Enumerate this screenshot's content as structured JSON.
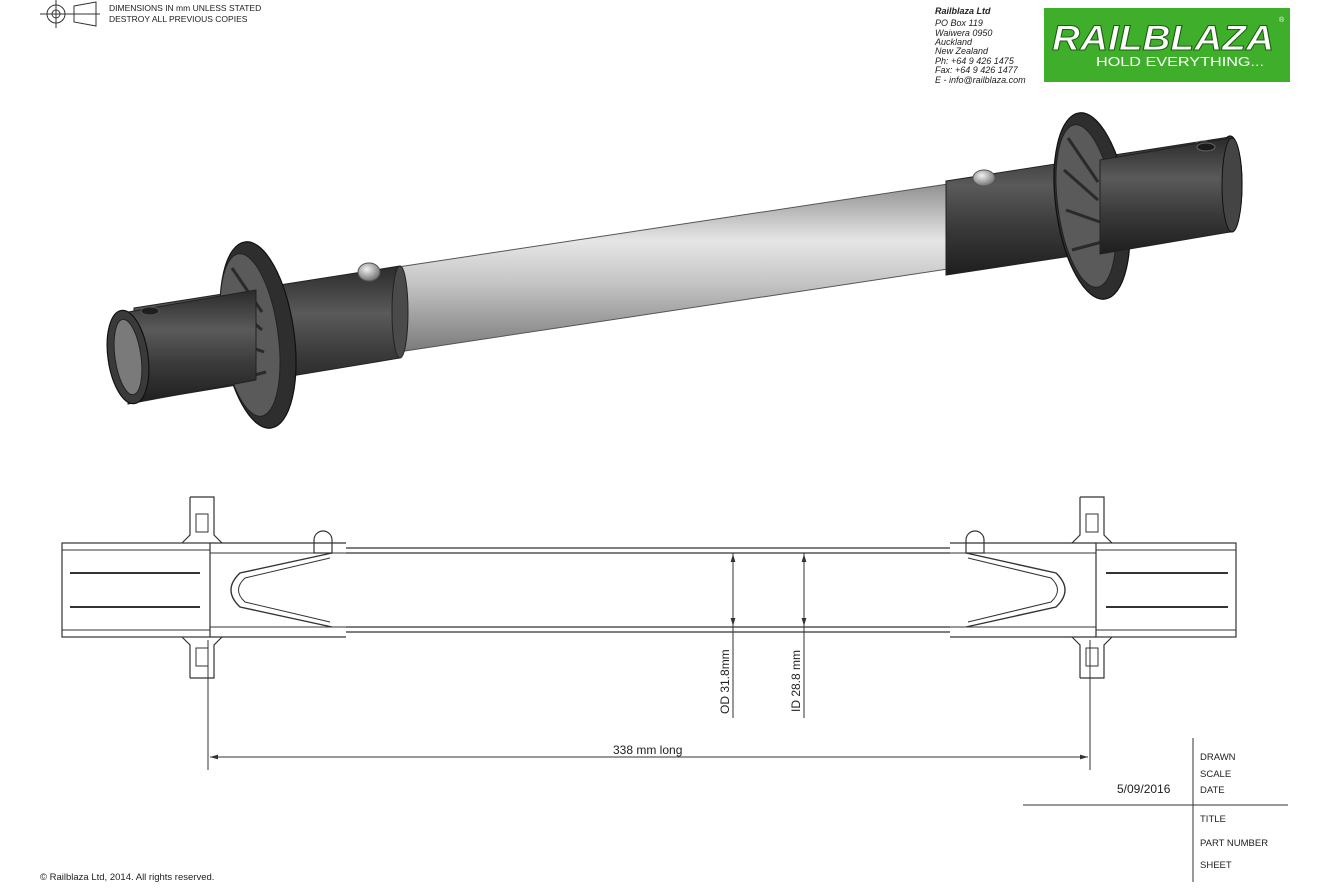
{
  "header": {
    "notes": [
      "DIMENSIONS IN mm UNLESS STATED",
      "DESTROY ALL PREVIOUS COPIES"
    ]
  },
  "company": {
    "name": "Railblaza Ltd",
    "address": [
      "PO Box 119",
      "Waiwera 0950",
      "Auckland",
      "New Zealand",
      "Ph: +64 9 426 1475",
      "Fax: +64 9 426 1477",
      "E - info@railblaza.com"
    ]
  },
  "logo": {
    "text": "RAILBLAZA",
    "registered_mark": "®",
    "tagline": "HOLD EVERYTHING...",
    "colors": {
      "background": "#3fae2a",
      "text": "#ffffff"
    }
  },
  "dimensions": {
    "outer_diameter": "OD 31.8mm",
    "inner_diameter": "ID 28.8 mm",
    "length": "338 mm long"
  },
  "title_block": {
    "date_value": "5/09/2016",
    "labels": [
      "DRAWN",
      "SCALE",
      "DATE",
      "TITLE",
      "PART NUMBER",
      "SHEET"
    ]
  },
  "footer": {
    "copyright": "© Railblaza Ltd, 2014. All rights reserved."
  },
  "colors": {
    "tube_gray": "#bfbfbf",
    "body_dark": "#3a3a3a",
    "line": "#333333"
  }
}
